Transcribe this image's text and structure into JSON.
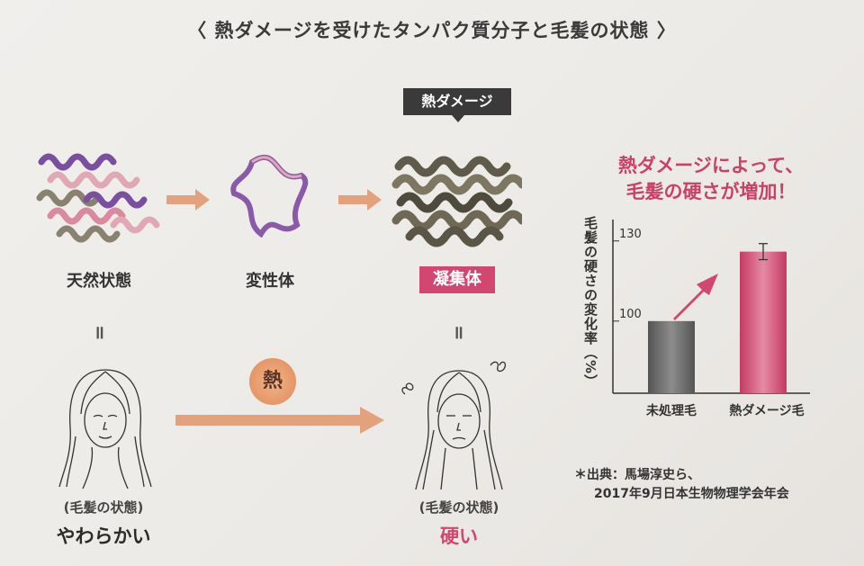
{
  "title": "〈 熱ダメージを受けたタンパク質分子と毛髪の状態 〉",
  "stages": {
    "native": "天然状態",
    "denatured": "変性体",
    "aggregate": "凝集体",
    "damage_tag": "熱ダメージ"
  },
  "equals": "॥",
  "heat_label": "熱",
  "hair_left": {
    "sub": "(毛髪の状態)",
    "main": "やわらかい"
  },
  "hair_right": {
    "sub": "(毛髪の状態)",
    "main": "硬い"
  },
  "headline": {
    "line1": "熱ダメージによって、",
    "line2": "毛髪の硬さが増加！"
  },
  "colors": {
    "accent_pink": "#d14771",
    "heat_orange": "#e79a6b",
    "bar_gray": "#6b6b6b"
  },
  "chart_data": {
    "type": "bar",
    "categories": [
      "未処理毛",
      "熱ダメージ毛"
    ],
    "values": [
      100,
      126
    ],
    "error": [
      null,
      3
    ],
    "ylabel": "毛髪の硬さの変化率（%）",
    "yticks": [
      "100",
      "130"
    ],
    "ylim": [
      73,
      138
    ],
    "tick_values": [
      100,
      130
    ]
  },
  "source": {
    "line1": "＊出典：馬場淳史ら、",
    "line2": "2017年9月日本生物物理学会年会"
  }
}
